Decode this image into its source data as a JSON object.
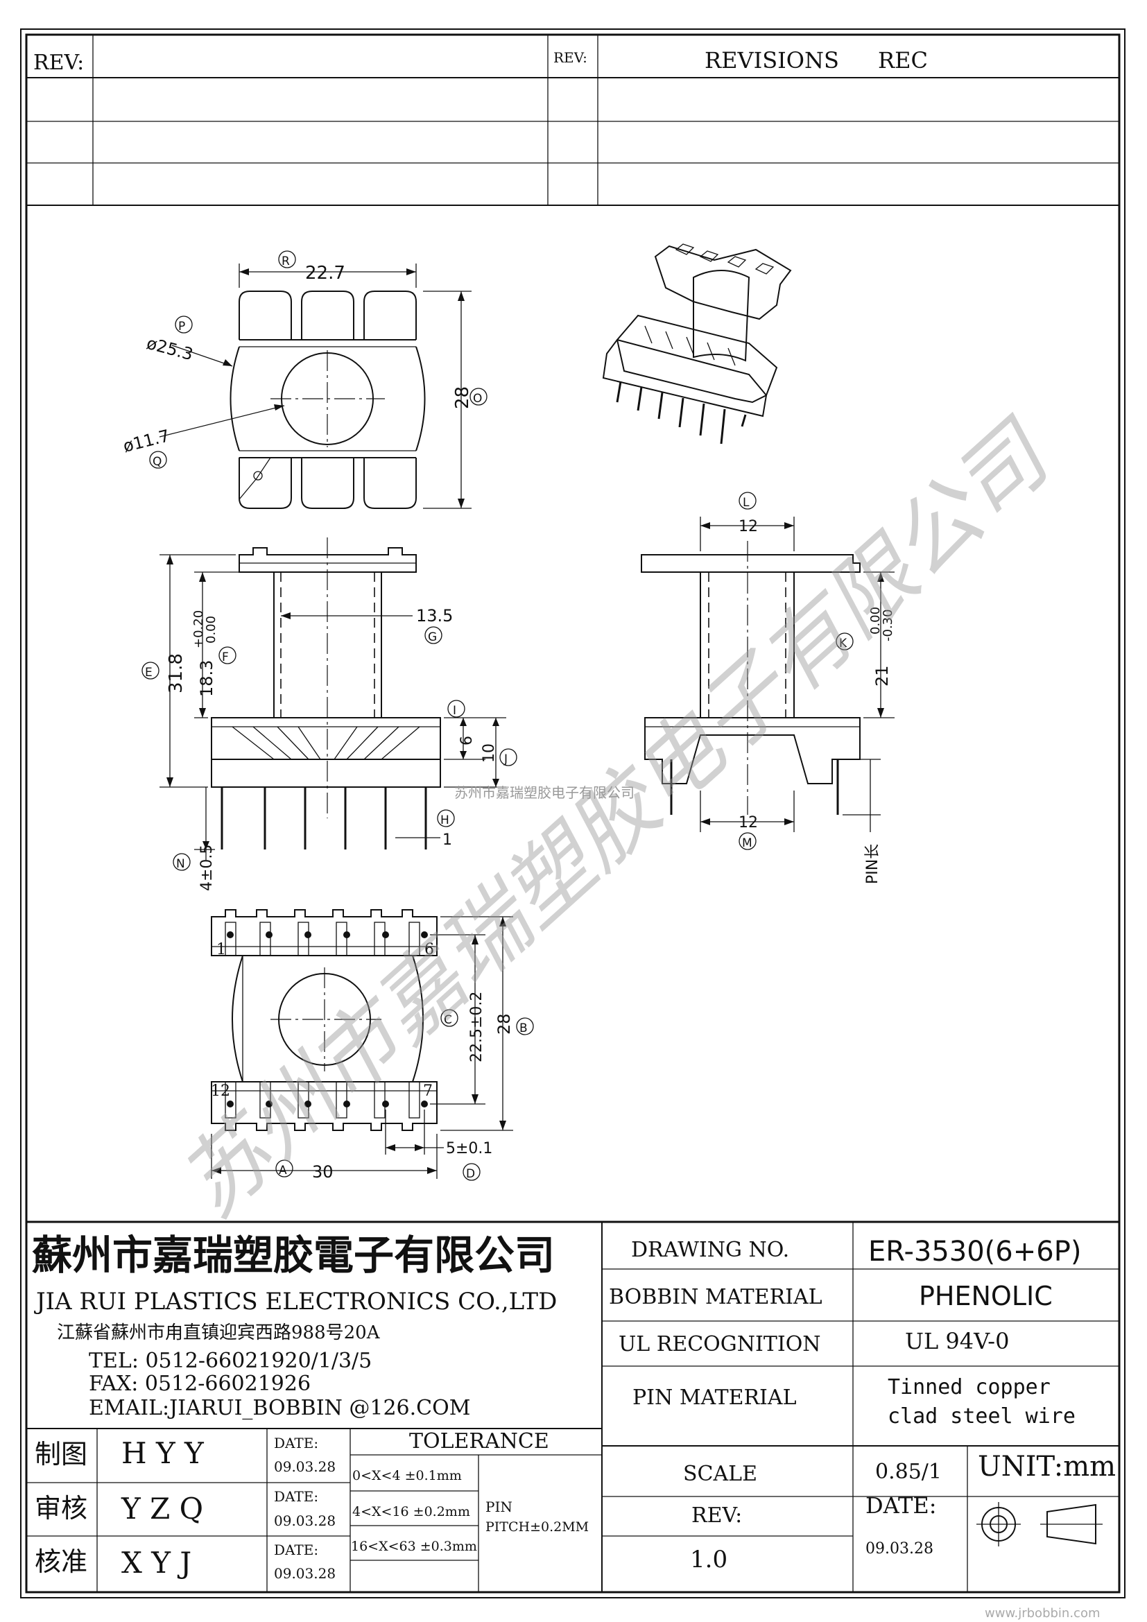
{
  "revision_block": {
    "rev_label_left": "REV:",
    "rev_label_right": "REV:",
    "revisions_label": "REVISIONS",
    "rec_label": "REC"
  },
  "drawing": {
    "top_view": {
      "dim_width": "22.7",
      "dim_width_tag": "R",
      "dim_height": "28",
      "dim_height_tag": "O",
      "dim_outer_dia": "ø25.3",
      "dim_outer_dia_tag": "P",
      "dim_inner_dia": "ø11.7",
      "dim_inner_dia_tag": "Q"
    },
    "front_view": {
      "dim_total": "31.8",
      "dim_total_tag": "E",
      "dim_window": "18.3",
      "dim_window_tol_up": "+0.20",
      "dim_window_tol_dn": "0.00",
      "dim_window_tag": "F",
      "dim_center": "13.5",
      "dim_center_tag": "G",
      "dim_base_6": "6",
      "dim_base_6_tag": "I",
      "dim_base_10": "10",
      "dim_base_10_tag": "J",
      "dim_pin": "4±0.5",
      "dim_pin_tag": "N",
      "dim_pin_w": "1",
      "dim_pin_w_tag": "H"
    },
    "side_view": {
      "dim_top": "12",
      "dim_top_tag": "L",
      "dim_bottom": "12",
      "dim_bottom_tag": "M",
      "dim_height": "21",
      "dim_height_tol_up": "0.00",
      "dim_height_tol_dn": "-0.30",
      "dim_height_tag": "K",
      "pin_len_label": "PIN长"
    },
    "bottom_view": {
      "pin_1": "1",
      "pin_6": "6",
      "pin_12": "12",
      "pin_7": "7",
      "dim_width": "30",
      "dim_width_tag": "A",
      "dim_height": "28",
      "dim_height_tag": "B",
      "dim_row": "22.5±0.2",
      "dim_row_tag": "C",
      "dim_pitch": "5±0.1",
      "dim_pitch_tag": "D"
    },
    "center_mark_text": "苏州市嘉瑞塑胶电子有限公司",
    "watermark": "苏州市嘉瑞塑胶电子有限公司"
  },
  "title_block": {
    "company_cn": "蘇州市嘉瑞塑胶電子有限公司",
    "company_en": "JIA RUI PLASTICS ELECTRONICS CO.,LTD",
    "address": "江蘇省蘇州市甪直镇迎宾西路988号20A",
    "tel": "TEL: 0512-66021920/1/3/5",
    "fax": "FAX: 0512-66021926",
    "email": "EMAIL:JIARUI_BOBBIN @126.COM",
    "drawing_no_label": "DRAWING  NO.",
    "drawing_no": "ER-3530(6+6P)",
    "bobbin_material_label": "BOBBIN  MATERIAL",
    "bobbin_material": "PHENOLIC",
    "ul_label": "UL RECOGNITION",
    "ul_value": "UL 94V-0",
    "pin_material_label": "PIN MATERIAL",
    "pin_material_1": "Tinned copper",
    "pin_material_2": "clad steel wire",
    "scale_label": "SCALE",
    "scale": "0.85/1",
    "unit": "UNIT:mm",
    "rev_label": "REV:",
    "rev": "1.0",
    "date_label": "DATE:",
    "date": "09.03.28",
    "tolerance_label": "TOLERANCE",
    "tol_1": "0<X<4  ±0.1mm",
    "tol_2": "4<X<16 ±0.2mm",
    "tol_3": "16<X<63 ±0.3mm",
    "pin_label": "PIN",
    "pin_pitch": "PITCH±0.2MM",
    "rows": [
      {
        "role": "制图",
        "name": "H Y Y",
        "date_label": "DATE:",
        "date": "09.03.28"
      },
      {
        "role": "审核",
        "name": "Y Z Q",
        "date_label": "DATE:",
        "date": "09.03.28"
      },
      {
        "role": "核准",
        "name": "X Y J",
        "date_label": "DATE:",
        "date": "09.03.28"
      }
    ],
    "website": "www.jrbobbin.com"
  }
}
